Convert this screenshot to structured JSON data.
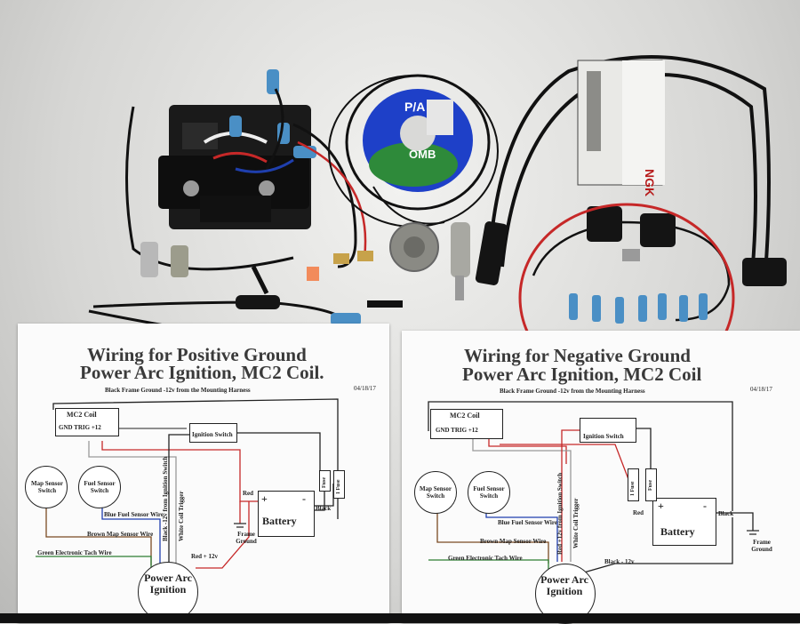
{
  "left_sheet": {
    "title_line1": "Wiring for Positive Ground",
    "title_line2": "Power Arc Ignition, MC2 Coil.",
    "frame_ground_note": "Black Frame Ground -12v from the Mounting Harness",
    "date": "04/18/17",
    "coil_label": "MC2 Coil",
    "coil_terminals": "GND  TRIG  +12",
    "ignition_switch": "Ignition Switch",
    "map_sensor_switch": "Map Sensor Switch",
    "fuel_sensor_switch": "Fuel Sensor Switch",
    "black_from_switch": "Black -12v from Ignition Switch",
    "white_coil_trigger": "White Coil Trigger",
    "blue_fuel_wire": "Blue Fuel Sensor Wire",
    "brown_map_wire": "Brown Map Sensor Wire",
    "green_tach_wire": "Green Electronic Tach Wire",
    "red_label": "Red",
    "red_plus_12": "Red + 12v",
    "frame_ground": "Frame Ground",
    "battery": "Battery",
    "battery_plus": "+",
    "battery_minus": "-",
    "black": "Black",
    "fuse": "Fuse",
    "fuse_2": "1 Fuse",
    "module": "Power Arc Ignition"
  },
  "right_sheet": {
    "title_line1": "Wiring for Negative Ground",
    "title_line2": "Power Arc Ignition, MC2 Coil",
    "frame_ground_note": "Black Frame Ground -12v from the Mounting Harness",
    "date": "04/18/17",
    "coil_label": "MC2 Coil",
    "coil_terminals": "GND  TRIG  +12",
    "ignition_switch": "Ignition Switch",
    "map_sensor_switch": "Map Sensor Switch",
    "fuel_sensor_switch": "Fuel Sensor Switch",
    "red_from_switch": "Red +12v from Ignition Switch",
    "white_coil_trigger": "White Coil Trigger",
    "blue_fuel_wire": "Blue Fuel Sensor Wire",
    "brown_map_wire": "Brown Map Sensor Wire",
    "green_tach_wire": "Green Electronic Tach Wire",
    "red_label": "Red",
    "black_minus_12": "Black - 12v",
    "frame_ground": "Frame Ground",
    "battery": "Battery",
    "battery_plus": "+",
    "battery_minus": "-",
    "black": "Black",
    "fuse": "Fuse",
    "fuse_2": "1 Fuse",
    "module": "Power Arc Ignition"
  },
  "product_labels": {
    "stator_brand": "P/A",
    "stator_logo": "OMB",
    "plug_brand": "NGK"
  },
  "colors": {
    "background": "#d9d9d7",
    "paper": "#fbfbfb",
    "wire_red": "#c62828",
    "wire_blue": "#1f3fae",
    "wire_brown": "#7a4a22",
    "wire_green": "#2e7d32",
    "cable_black": "#111111",
    "stator_blue": "#1e40c8"
  }
}
